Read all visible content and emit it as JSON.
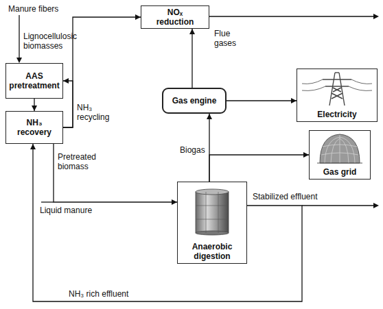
{
  "diagram": {
    "nodes": [
      {
        "text": [
          "NOₓ reduction"
        ]
      },
      {
        "text": [
          "AAS pretreatment"
        ]
      },
      {
        "text": [
          "Gas engine"
        ]
      },
      {
        "text": [
          "Electricity"
        ]
      },
      {
        "text": [
          "NH₃ recovery"
        ]
      },
      {
        "text": [
          "Gas grid"
        ]
      },
      {
        "text": [
          "Anaerobic digestion"
        ]
      }
    ],
    "edges": [
      {
        "from": 1,
        "to": 4,
        "arrow": "to"
      },
      {
        "from": 4,
        "to": 1,
        "arrow": "to"
      },
      {
        "from": 4,
        "to": 0,
        "arrow": "to"
      },
      {
        "from": 2,
        "to": 0,
        "arrow": "to"
      },
      {
        "from": 2,
        "to": 3,
        "arrow": "to"
      },
      {
        "from": 6,
        "to": 2,
        "arrow": "to"
      },
      {
        "from": 6,
        "to": 5,
        "arrow": "to"
      },
      {
        "from": 4,
        "to": 6,
        "arrow": "to"
      },
      {
        "from": 6,
        "to": 4,
        "arrow": "to"
      }
    ],
    "labels": [
      "Manure fibers",
      "Lignocellulosic biomasses",
      "NH₃ recycling",
      "Flue gases",
      "Pretreated biomass",
      "Biogas",
      "Liquid manure",
      "Stabilized effluent",
      "NH₃ rich effluent"
    ]
  }
}
